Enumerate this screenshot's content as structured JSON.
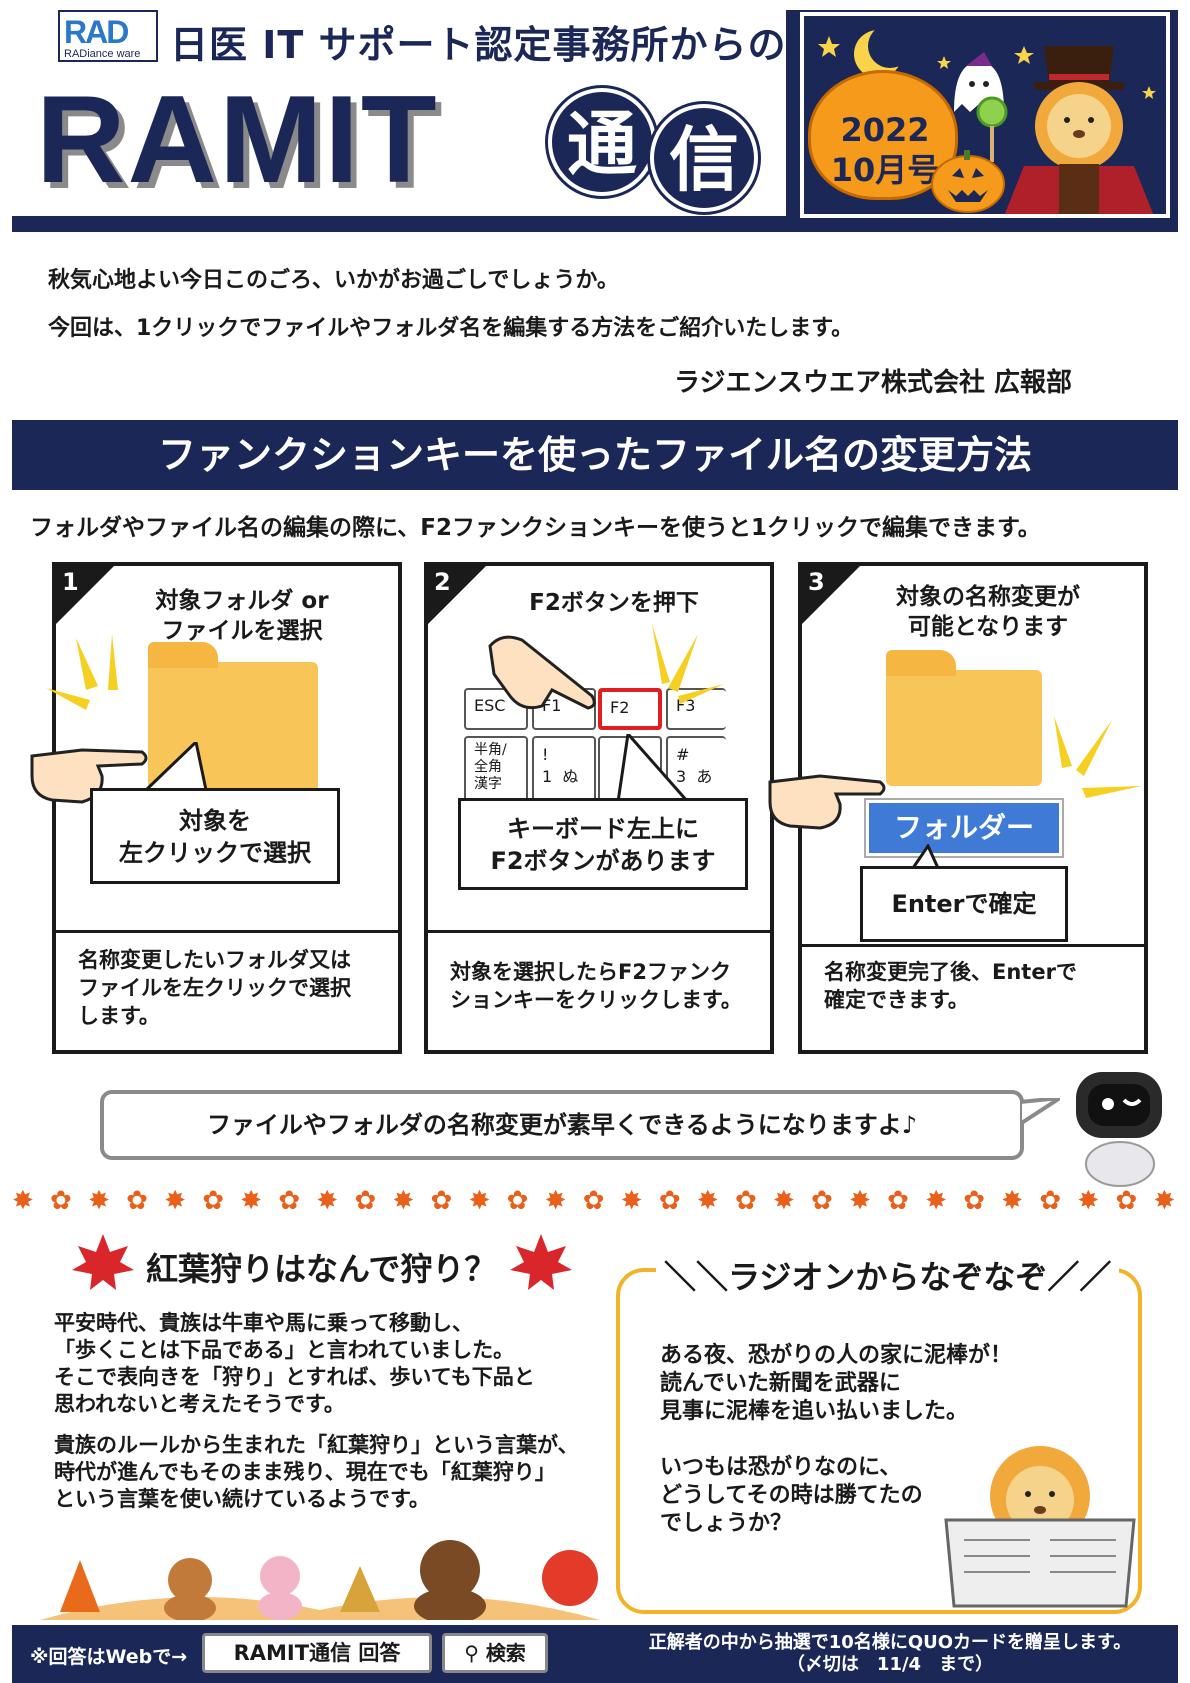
{
  "header": {
    "logo_text": "RAD",
    "logo_sub": "RADiance ware",
    "notice": "日医 IT サポート認定事務所からのお知らせです",
    "brand": "RAMIT",
    "brand_char1": "通",
    "brand_char2": "信",
    "issue_year": "2022",
    "issue_month": "10月号"
  },
  "intro": {
    "line1": "秋気心地よい今日このごろ、いかがお過ごしでしょうか。",
    "line2": "今回は、1クリックでファイルやフォルダ名を編集する方法をご紹介いたします。",
    "author": "ラジエンスウエア株式会社 広報部"
  },
  "section": {
    "title": "ファンクションキーを使ったファイル名の変更方法",
    "desc": "フォルダやファイル名の編集の際に、F2ファンクションキーを使うと1クリックで編集できます。"
  },
  "steps": [
    {
      "num": "1",
      "title1": "対象フォルダ or",
      "title2": "ファイルを選択",
      "callout1": "対象を",
      "callout2": "左クリックで選択",
      "desc1": "名称変更したいフォルダ又は",
      "desc2": "ファイルを左クリックで選択",
      "desc3": "します。"
    },
    {
      "num": "2",
      "title1": "F2ボタンを押下",
      "callout1": "キーボード左上に",
      "callout2": "F2ボタンがあります",
      "desc1": "対象を選択したらF2ファンク",
      "desc2": "ションキーをクリックします。",
      "keys": {
        "esc": "ESC",
        "f1": "F1",
        "f2": "F2",
        "f3": "F3",
        "hankaku1": "半角/",
        "hankaku2": "全角",
        "hankaku3": "漢字",
        "k1a": "!",
        "k1b": "1",
        "k1c": "ぬ",
        "k3a": "#",
        "k3b": "3",
        "k3c": "あ"
      }
    },
    {
      "num": "3",
      "title1": "対象の名称変更が",
      "title2": "可能となります",
      "folder_label": "フォルダー",
      "callout1": "Enterで確定",
      "desc1": "名称変更完了後、Enterで",
      "desc2": "確定できます。"
    }
  ],
  "bubble": "ファイルやフォルダの名称変更が素早くできるようになりますよ♪",
  "trivia": {
    "title": "紅葉狩りはなんで狩り？",
    "p1": [
      "平安時代、貴族は牛車や馬に乗って移動し、",
      "「歩くことは下品である」と言われていました。",
      "そこで表向きを「狩り」とすれば、歩いても下品と",
      "思われないと考えたそうです。"
    ],
    "p2": [
      "貴族のルールから生まれた「紅葉狩り」という言葉が、",
      "時代が進んでもそのまま残り、現在でも「紅葉狩り」",
      "という言葉を使い続けているようです。"
    ]
  },
  "riddle": {
    "title": "＼＼ラジオンからなぞなぞ／／",
    "p1": [
      "ある夜、恐がりの人の家に泥棒が！",
      "読んでいた新聞を武器に",
      "見事に泥棒を追い払いました。"
    ],
    "p2": [
      "いつもは恐がりなのに、",
      "どうしてその時は勝てたの",
      "でしょうか？"
    ]
  },
  "footer": {
    "web_label": "※回答はWebで→",
    "search_query": "RAMIT通信 回答",
    "search_button": "検索",
    "note1": "正解者の中から抽選で10名様にQUOカードを贈呈します。",
    "note2": "（〆切は　11/4　まで）"
  },
  "colors": {
    "navy": "#1b2757",
    "accent_orange": "#f59a1b",
    "riddle_border": "#f3b228",
    "folder_yellow": "#f8c559",
    "f2_highlight": "#e02020",
    "folder_label_bg": "#3f7bd6"
  }
}
